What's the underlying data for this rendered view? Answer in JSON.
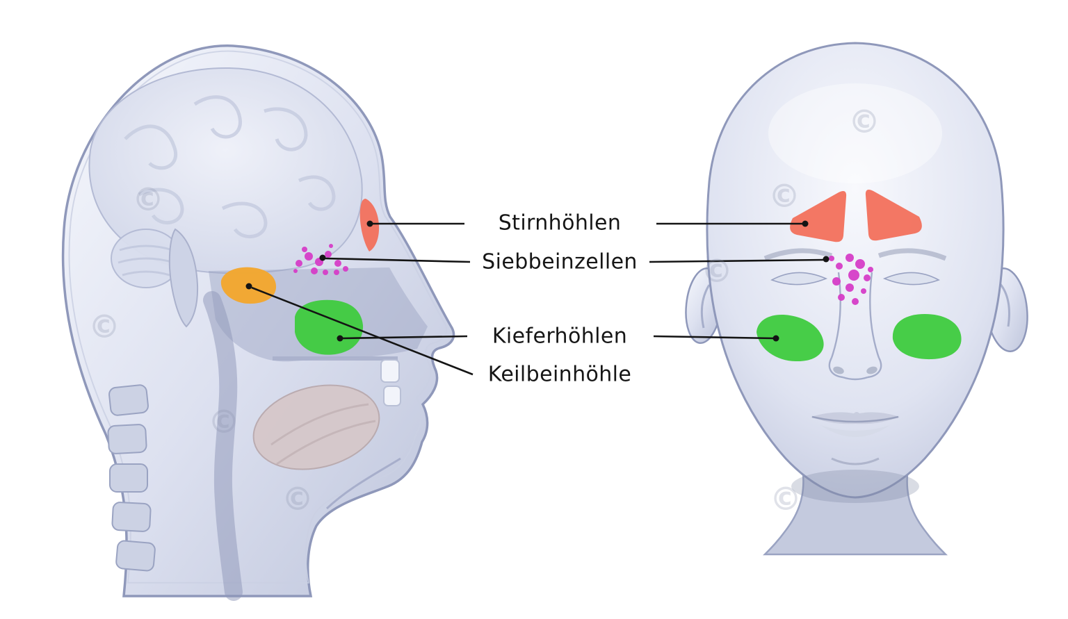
{
  "figure": {
    "labels": {
      "frontal": "Stirnhöhlen",
      "ethmoid": "Siebbeinzellen",
      "maxillary": "Kieferhöhlen",
      "sphenoid": "Keilbeinhöhle"
    },
    "watermark": "©",
    "colors": {
      "frontal_sinus": "#f2705c",
      "ethmoid_cells": "#d63ec8",
      "maxillary_sinus": "#3ecb3e",
      "sphenoid_sinus": "#f3a72e",
      "leader_line": "#141414"
    }
  }
}
